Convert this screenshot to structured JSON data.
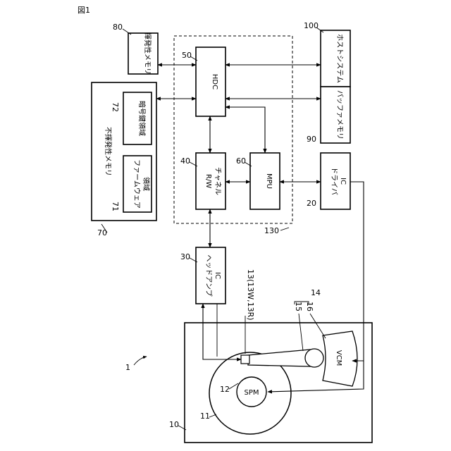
{
  "figure": {
    "title": "図1",
    "system_ref": "1"
  },
  "blocks": {
    "volatile_memory": {
      "ref": "80",
      "label": "揮発性メモリ"
    },
    "hdc": {
      "ref": "50",
      "label": "HDC"
    },
    "host_system": {
      "ref": "100",
      "label": "ホストシステム"
    },
    "nonvolatile_memory": {
      "ref": "70",
      "label": "不揮発性メモリ"
    },
    "crypto_key_area": {
      "ref": "72",
      "label": "暗号鍵領域"
    },
    "firmware_area": {
      "ref": "71",
      "label1": "ファームウェア",
      "label2": "領域"
    },
    "rw_channel": {
      "ref": "40",
      "label1": "R/W",
      "label2": "チャネル"
    },
    "mpu": {
      "ref": "60",
      "label": "MPU"
    },
    "buffer_memory": {
      "ref": "90",
      "label": "バッファメモリ"
    },
    "driver_ic": {
      "ref": "20",
      "label1": "ドライバ",
      "label2": "IC"
    },
    "controller": {
      "ref": "130"
    },
    "head_amp_ic": {
      "ref": "30",
      "label1": "ヘッドアンプ",
      "label2": "IC"
    },
    "disk_enclosure": {
      "ref": "10"
    },
    "disk": {
      "ref": "11"
    },
    "spm": {
      "ref": "12",
      "label": "SPM"
    },
    "head": {
      "ref": "13(13W,13R)"
    },
    "arm": {
      "ref": "15"
    },
    "vcm_block": {
      "ref": "16",
      "label": "VCM"
    },
    "actuator": {
      "ref": "14"
    }
  }
}
